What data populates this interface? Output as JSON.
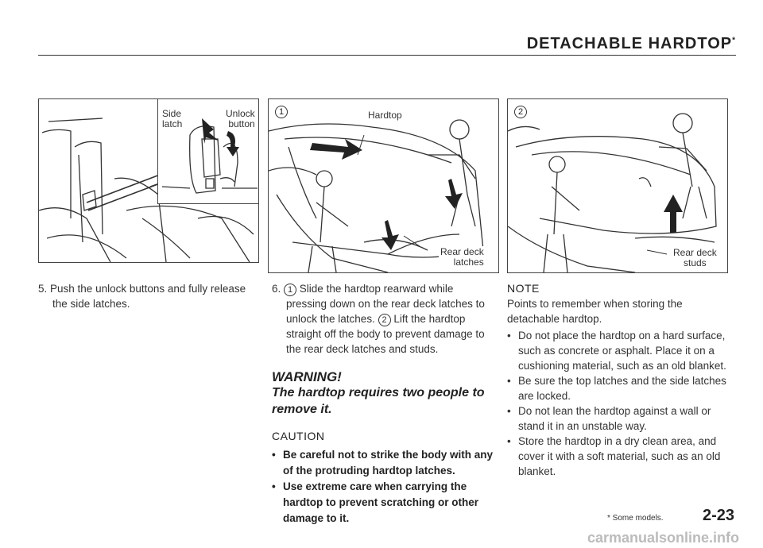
{
  "header": {
    "title": "DETACHABLE HARDTOP",
    "asterisk": "*"
  },
  "figures": {
    "fig1": {
      "side_latch": "Side\nlatch",
      "unlock_button": "Unlock\nbutton"
    },
    "fig2": {
      "number": "1",
      "hardtop": "Hardtop",
      "rear_deck_latches": "Rear deck\nlatches"
    },
    "fig3": {
      "number": "2",
      "rear_deck_studs": "Rear deck\nstuds"
    }
  },
  "col1": {
    "step_num": "5.",
    "step_text": "Push the unlock buttons and fully release the side latches."
  },
  "col2": {
    "step_num": "6.",
    "circled1": "1",
    "text_a": "Slide the hardtop rearward while pressing down on the rear deck latches to unlock the latches.",
    "circled2": "2",
    "text_b": "Lift the hardtop straight off the body to prevent damage to the rear deck latches and studs.",
    "warning_head": "WARNING!",
    "warning_body": "The hardtop requires two people to remove it.",
    "caution_head": "CAUTION",
    "caution_items": [
      "Be careful not to strike the body with any of the protruding hardtop latches.",
      "Use extreme care when carrying the hardtop to prevent scratching or other damage to it."
    ]
  },
  "col3": {
    "note_head": "NOTE",
    "note_intro": "Points to remember when storing the detachable hardtop.",
    "note_items": [
      "Do not place the hardtop on a hard surface, such as concrete or asphalt. Place it on a cushioning material, such as an old blanket.",
      "Be sure the top latches and the side latches are locked.",
      "Do not lean the hardtop against a wall or stand it in an unstable way.",
      "Store the hardtop in a dry clean area, and cover it with a soft material, such as an old blanket."
    ]
  },
  "footer": {
    "footnote": "* Some models.",
    "page": "2-23",
    "watermark": "carmanualsonline.info"
  }
}
